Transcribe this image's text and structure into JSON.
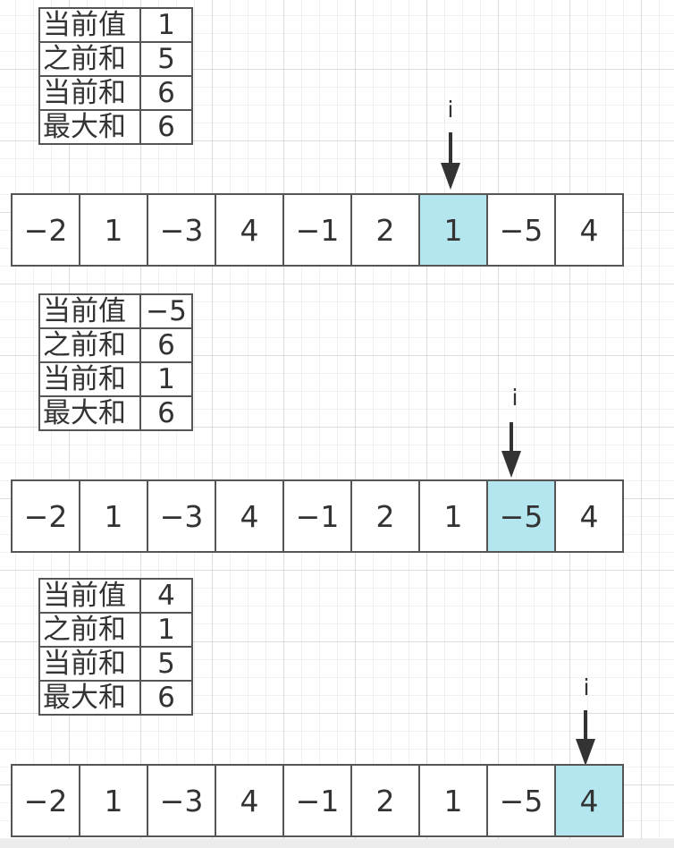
{
  "colors": {
    "highlight": "#b3e6ee",
    "border": "#555555",
    "text": "#333333",
    "grid": "#dcdcdc"
  },
  "labels": {
    "current_value": "当前值",
    "previous_sum": "之前和",
    "current_sum": "当前和",
    "max_sum": "最大和",
    "pointer": "i"
  },
  "array": [
    "−2",
    "1",
    "−3",
    "4",
    "−1",
    "2",
    "1",
    "−5",
    "4"
  ],
  "steps": [
    {
      "current_value": "1",
      "previous_sum": "5",
      "current_sum": "6",
      "max_sum": "6",
      "pointer_index": 6
    },
    {
      "current_value": "−5",
      "previous_sum": "6",
      "current_sum": "1",
      "max_sum": "6",
      "pointer_index": 7
    },
    {
      "current_value": "4",
      "previous_sum": "1",
      "current_sum": "5",
      "max_sum": "6",
      "pointer_index": 8
    }
  ]
}
